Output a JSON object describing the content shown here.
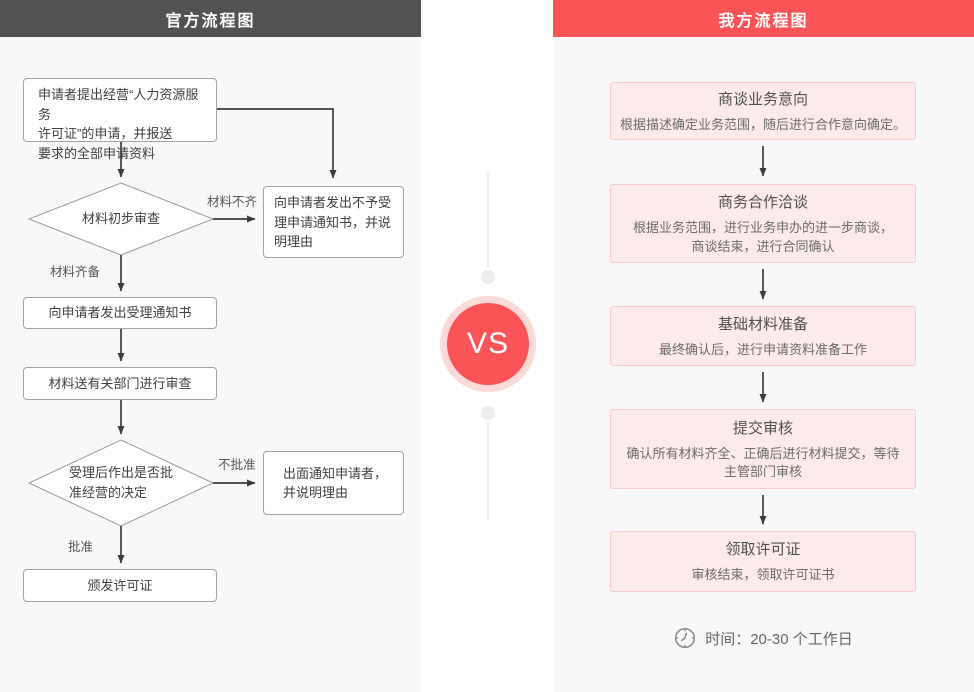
{
  "left": {
    "title": "官方流程图",
    "box_apply": "申请者提出经营“人力资源服务\n许可证”的申请，并报送\n要求的全部申请资料",
    "diamond_initial_review": "材料初步审查",
    "label_incomplete": "材料不齐",
    "label_complete": "材料齐备",
    "box_not_accept": "向申请者发出不予受\n理申请通知书，并说\n明理由",
    "box_accept_notice": "向申请者发出受理通知书",
    "box_dept_review": "材料送有关部门进行审查",
    "diamond_decision": "受理后作出是否批\n准经营的决定",
    "label_not_approved": "不批准",
    "label_approved": "批准",
    "box_notify": "出面通知申请者，\n并说明理由",
    "box_issue_license": "颁发许可证"
  },
  "vs": {
    "label": "VS"
  },
  "right": {
    "title": "我方流程图",
    "steps": [
      {
        "title": "商谈业务意向",
        "desc": "根据描述确定业务范围，随后进行合作意向确定。"
      },
      {
        "title": "商务合作洽谈",
        "desc": "根据业务范围，进行业务申办的进一步商谈，\n商谈结束，进行合同确认"
      },
      {
        "title": "基础材料准备",
        "desc": "最终确认后，进行申请资料准备工作"
      },
      {
        "title": "提交审核",
        "desc": "确认所有材料齐全、正确后进行材料提交，等待\n主管部门审核"
      },
      {
        "title": "领取许可证",
        "desc": "审核结束，领取许可证书"
      }
    ],
    "footer_icon": "clock-icon",
    "footer_text": "时间：20-30 个工作日"
  },
  "colors": {
    "header_dark": "#525252",
    "accent_red": "#fc5456",
    "pink_fill": "#fdeaea",
    "pink_border": "#f8caca"
  }
}
